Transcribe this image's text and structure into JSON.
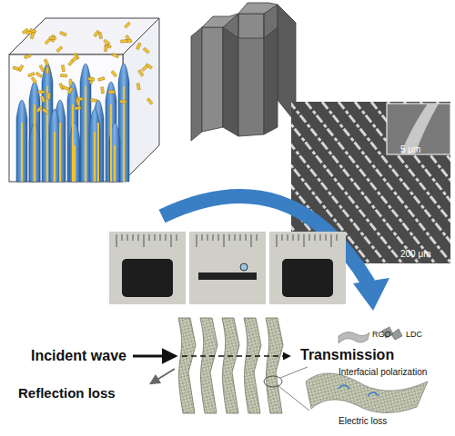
{
  "diagram": {
    "labels": [
      "5 μm",
      "200 μm",
      "Incident wave",
      "Transmission",
      "Reflection loss",
      "Interfacial polarization",
      "Electric loss"
    ],
    "legend": [
      {
        "text": "RGO"
      },
      {
        "text": "LDC"
      }
    ]
  }
}
